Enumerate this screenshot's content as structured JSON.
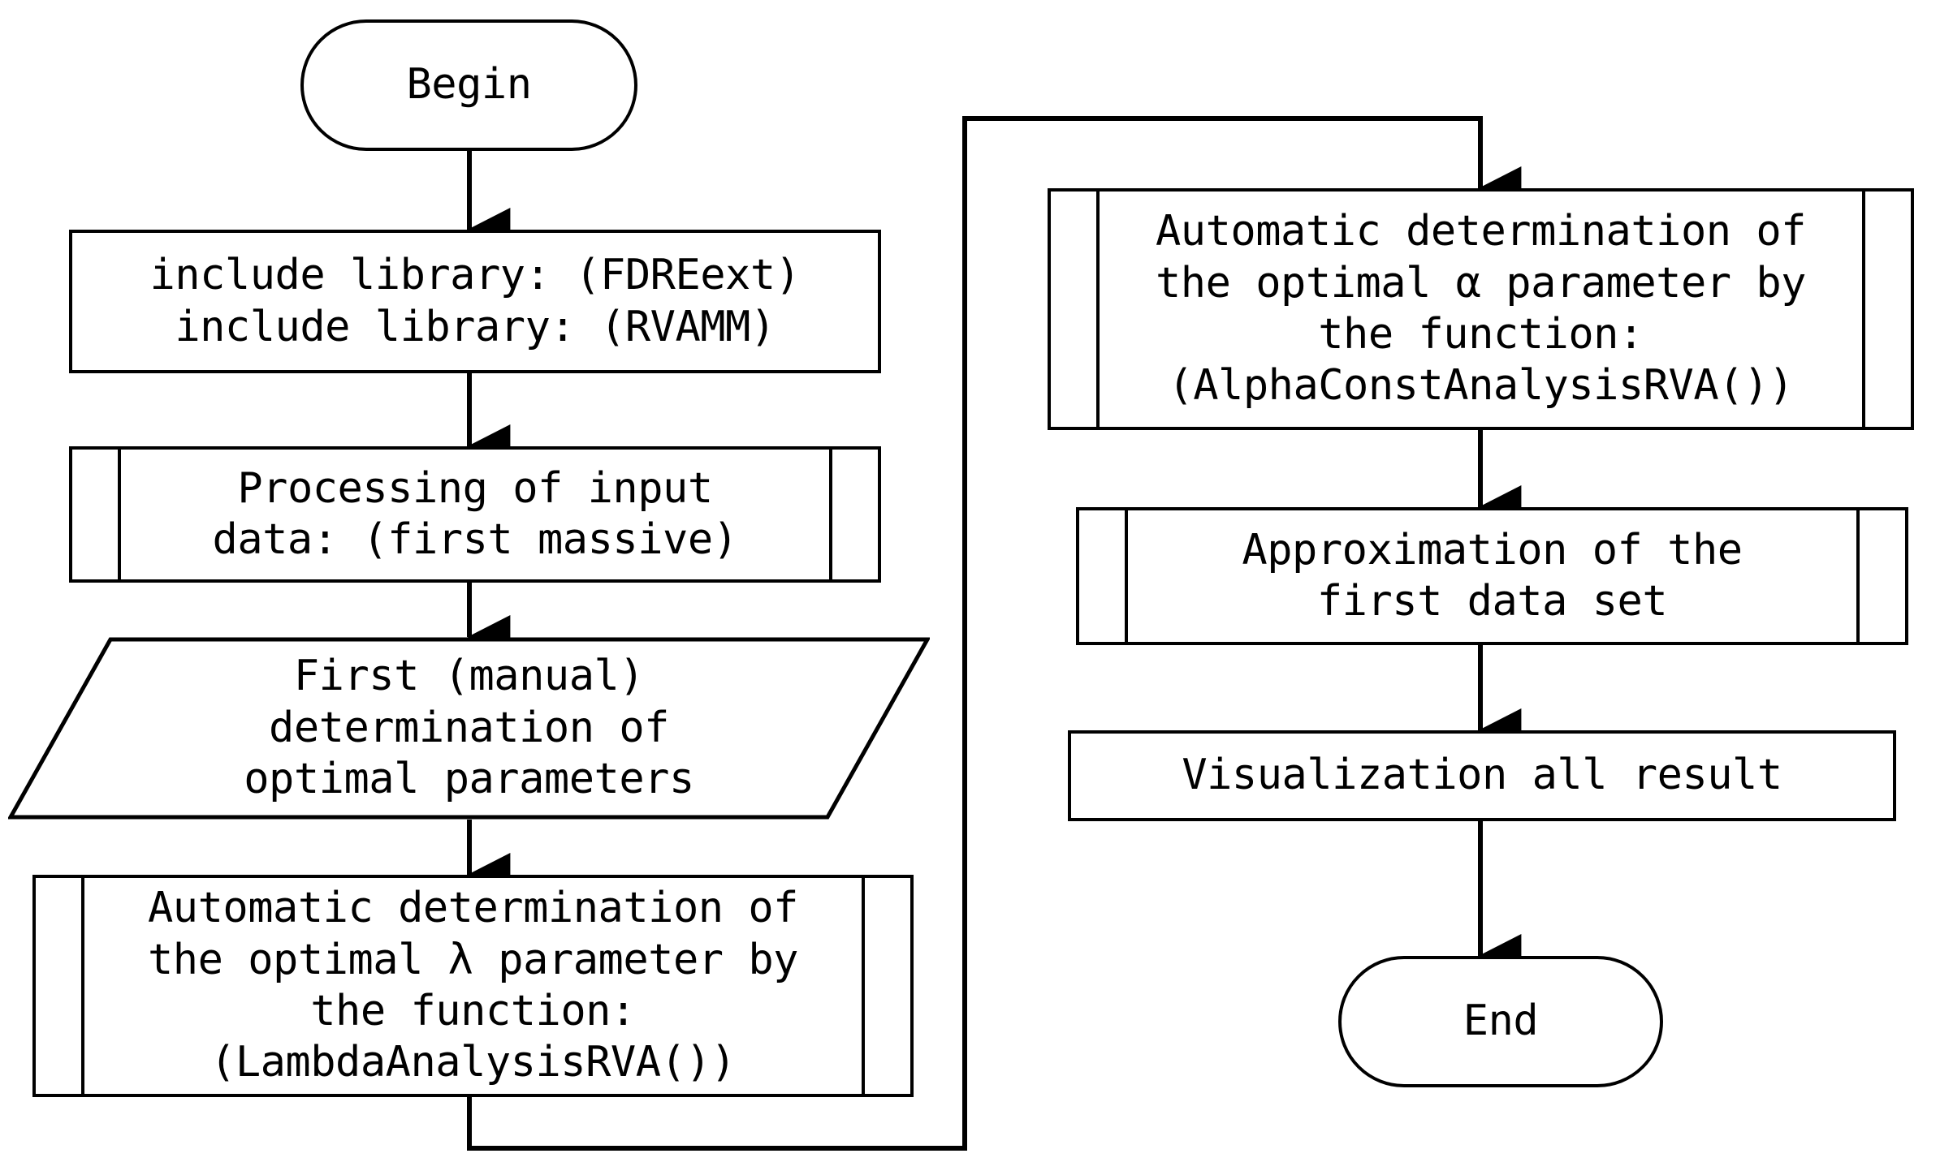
{
  "diagram": {
    "title": "Algorithm flowchart",
    "stroke_color": "#000000",
    "fill_color": "#ffffff",
    "nodes": [
      {
        "id": "begin",
        "shape": "terminal",
        "label": "Begin"
      },
      {
        "id": "include-libraries",
        "shape": "process",
        "label": "include library: (FDREext)\ninclude library: (RVAMM)"
      },
      {
        "id": "processing-input-data",
        "shape": "predefined-process",
        "label": "Processing of input\ndata: (first massive)"
      },
      {
        "id": "first-manual-determination",
        "shape": "parallelogram",
        "label": "First (manual)\ndetermination of\noptimal parameters"
      },
      {
        "id": "lambda-determination",
        "shape": "predefined-process",
        "label": "Automatic determination of\nthe optimal λ parameter by\nthe function:\n(LambdaAnalysisRVA())"
      },
      {
        "id": "alpha-determination",
        "shape": "predefined-process",
        "label": "Automatic determination of\nthe optimal α parameter by\nthe function:\n(AlphaConstAnalysisRVA())"
      },
      {
        "id": "approximation-first-data-set",
        "shape": "predefined-process",
        "label": "Approximation of the\nfirst data set"
      },
      {
        "id": "visualization-all-result",
        "shape": "process",
        "label": "Visualization all result"
      },
      {
        "id": "end",
        "shape": "terminal",
        "label": "End"
      }
    ],
    "edges": [
      {
        "from": "begin",
        "to": "include-libraries",
        "style": "straight-down",
        "arrow": true
      },
      {
        "from": "include-libraries",
        "to": "processing-input-data",
        "style": "straight-down",
        "arrow": true
      },
      {
        "from": "processing-input-data",
        "to": "first-manual-determination",
        "style": "straight-down",
        "arrow": true
      },
      {
        "from": "first-manual-determination",
        "to": "lambda-determination",
        "style": "straight-down",
        "arrow": true
      },
      {
        "from": "lambda-determination",
        "to": "alpha-determination",
        "style": "orthogonal-loop-right",
        "arrow": true
      },
      {
        "from": "alpha-determination",
        "to": "approximation-first-data-set",
        "style": "straight-down",
        "arrow": true
      },
      {
        "from": "approximation-first-data-set",
        "to": "visualization-all-result",
        "style": "straight-down",
        "arrow": true
      },
      {
        "from": "visualization-all-result",
        "to": "end",
        "style": "straight-down",
        "arrow": true
      }
    ]
  }
}
